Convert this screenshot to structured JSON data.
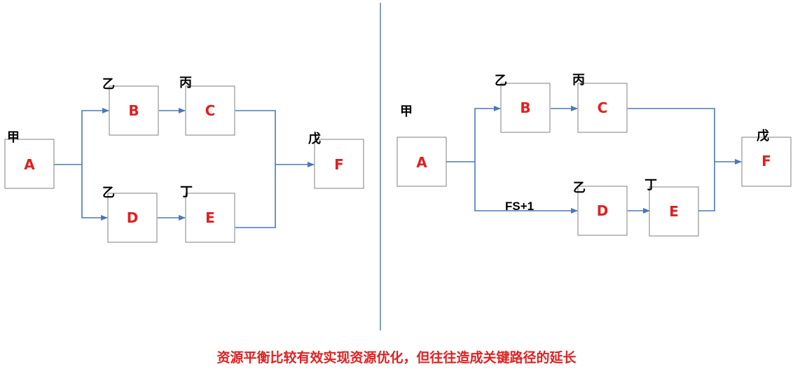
{
  "left_diagram": {
    "nodes": {
      "A": {
        "letter": "A",
        "resource": "甲"
      },
      "B": {
        "letter": "B",
        "resource": "乙"
      },
      "C": {
        "letter": "C",
        "resource": "丙"
      },
      "D": {
        "letter": "D",
        "resource": "乙"
      },
      "E": {
        "letter": "E",
        "resource": "丁"
      },
      "F": {
        "letter": "F",
        "resource": "戊"
      }
    }
  },
  "right_diagram": {
    "nodes": {
      "A": {
        "letter": "A",
        "resource": "甲"
      },
      "B": {
        "letter": "B",
        "resource": "乙"
      },
      "C": {
        "letter": "C",
        "resource": "丙"
      },
      "D": {
        "letter": "D",
        "resource": "乙"
      },
      "E": {
        "letter": "E",
        "resource": "丁"
      },
      "F": {
        "letter": "F",
        "resource": "戊"
      }
    },
    "lag_label": "FS+1"
  },
  "caption": "资源平衡比较有效实现资源优化，但往往造成关键路径的延长",
  "colors": {
    "node_letter": "#e02020",
    "edge": "#4a78b8",
    "box_border": "#7f7f7f",
    "divider": "#5b80b7"
  }
}
